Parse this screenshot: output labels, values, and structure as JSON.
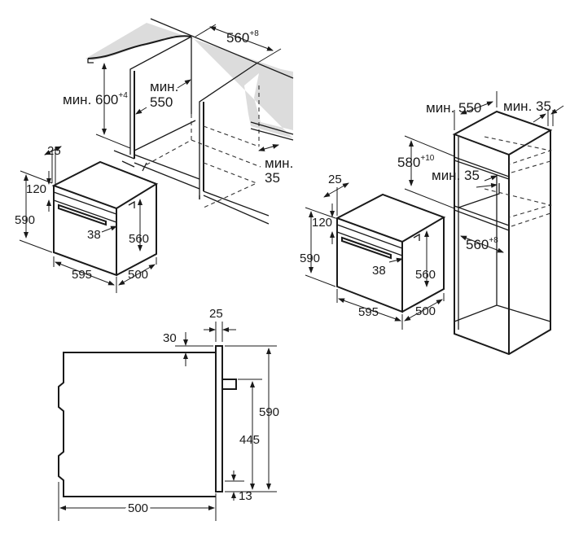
{
  "under_counter": {
    "width_base": "560",
    "width_tol": "+8",
    "height_label": "мин. 600",
    "height_tol": "+4",
    "depth_prefix": "мин.",
    "depth_value": "550",
    "gap_prefix": "мин.",
    "gap_value": "35"
  },
  "oven_left": {
    "d25": "25",
    "d120": "120",
    "d590": "590",
    "d38": "38",
    "d560": "560",
    "d595": "595",
    "d500": "500"
  },
  "tall_cabinet": {
    "depth_label": "мин. 550",
    "gap_label": "мин. 35",
    "height_base": "580",
    "height_tol": "+10",
    "shelf_gap_label": "мин. 35",
    "width_base": "560",
    "width_tol": "+8"
  },
  "oven_right": {
    "d25": "25",
    "d120": "120",
    "d590": "590",
    "d38": "38",
    "d560": "560",
    "d595": "595",
    "d500": "500"
  },
  "side_view": {
    "d25": "25",
    "d30": "30",
    "d590": "590",
    "d445": "445",
    "d13": "13",
    "d500": "500"
  },
  "colors": {
    "line": "#1a1a1a",
    "counter": "#dcdcdc"
  }
}
